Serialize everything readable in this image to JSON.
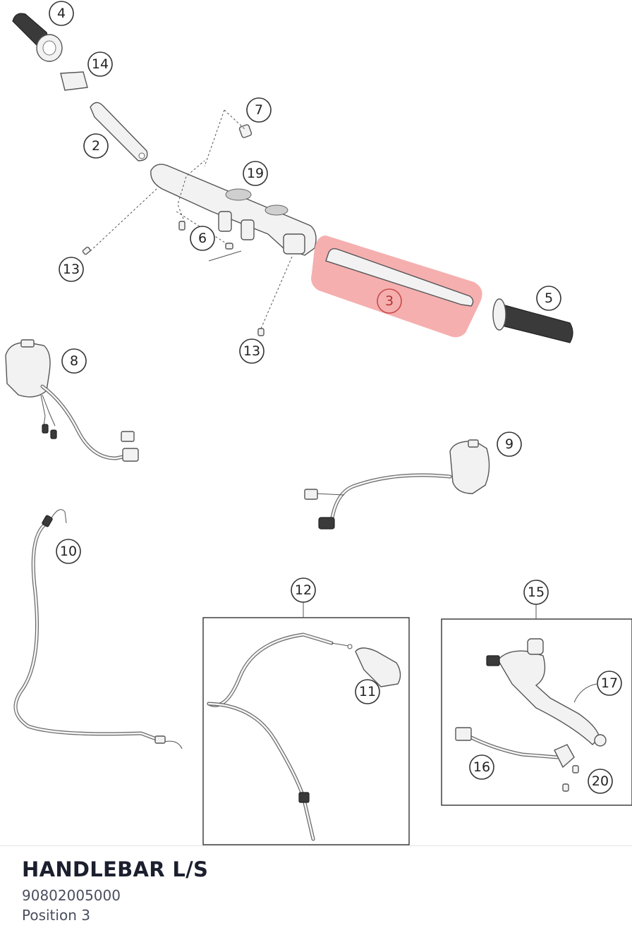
{
  "diagram": {
    "callouts": [
      "4",
      "14",
      "2",
      "7",
      "19",
      "6",
      "13",
      "13",
      "3",
      "5",
      "8",
      "9",
      "10",
      "12",
      "11",
      "15",
      "17",
      "16",
      "20"
    ],
    "highlight_color": "#f4a6a6",
    "highlighted_callout": "3"
  },
  "footer": {
    "title": "HANDLEBAR L/S",
    "part_number": "90802005000",
    "position": "Position 3"
  }
}
